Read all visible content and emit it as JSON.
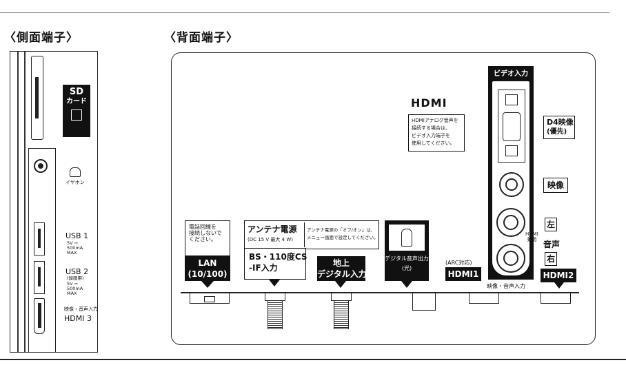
{
  "headings": {
    "side": "〈側面端子〉",
    "back": "〈背面端子〉"
  },
  "side_panel": {
    "sd_line1": "SD",
    "sd_line2": "カード",
    "earphone": "イヤホン",
    "usb1_title": "USB 1",
    "usb1_sub1": "5V ⎓",
    "usb1_sub2": "500mA",
    "usb1_sub3": "MAX",
    "usb2_title": "USB 2",
    "usb2_note": "(録画用)",
    "usb2_sub1": "5V ⎓",
    "usb2_sub2": "500mA",
    "usb2_sub3": "MAX",
    "hdmi3_caption": "映像・音声入力",
    "hdmi3_label": "HDMI 3"
  },
  "back_panel": {
    "lan_note": [
      "電話回線を",
      "接続しないで",
      "ください。"
    ],
    "lan_label": [
      "LAN",
      "(10/100)"
    ],
    "antenna_power_title": "アンテナ電源",
    "antenna_power_spec": "(DC 15 V 最大 4 W)",
    "antenna_power_note": [
      "アンテナ電源の「オフ/オン」は、",
      "メニュー画面で設定してください。"
    ],
    "bs_label": [
      "BS・110度CS",
      "-IF入力"
    ],
    "terrestrial_label": [
      "地上",
      "デジタル入力"
    ],
    "optical_label": [
      "デジタル音声出力",
      "(光)"
    ],
    "hdmi_logo": "HDMI",
    "hdmi_note": [
      "HDMIアナログ音声を",
      "接続する場合は、",
      "ビデオ入力端子を",
      "使用してください。"
    ],
    "video_input_title": "ビデオ入力",
    "d4_label": [
      "D4映像",
      "(優先)"
    ],
    "video_label": "映像",
    "left_label": "左",
    "right_label": "右",
    "audio_label": "音声",
    "hdmi_shared": [
      "HDMI",
      "兼用"
    ],
    "arc_note": "(ARC対応)",
    "hdmi1_label": "HDMI1",
    "av_input_caption": "映像・音声入力",
    "hdmi2_label": "HDMI2"
  }
}
